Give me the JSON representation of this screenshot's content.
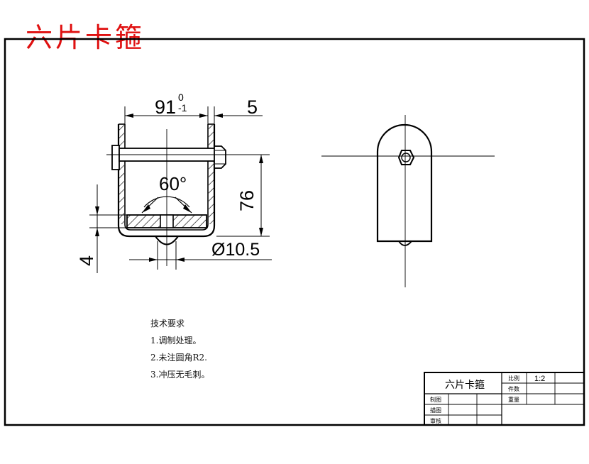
{
  "title": "六片卡箍",
  "dimensions": {
    "width_main": "91",
    "tol_upper": "0",
    "tol_lower": "-1",
    "width_side": "5",
    "angle": "60°",
    "height": "76",
    "diameter": "Ø10.5",
    "thickness": "4"
  },
  "tech_requirements": {
    "heading": "技术要求",
    "items": [
      "1.调制处理。",
      "2.未注圆角R2.",
      "3.冲压无毛刺。"
    ]
  },
  "title_block": {
    "part_name": "六片卡箍",
    "scale_label": "比例",
    "scale_value": "1:2",
    "count_label": "件数",
    "weight_label": "重量",
    "drawn_label": "制图",
    "traced_label": "描图",
    "checked_label": "审核"
  }
}
